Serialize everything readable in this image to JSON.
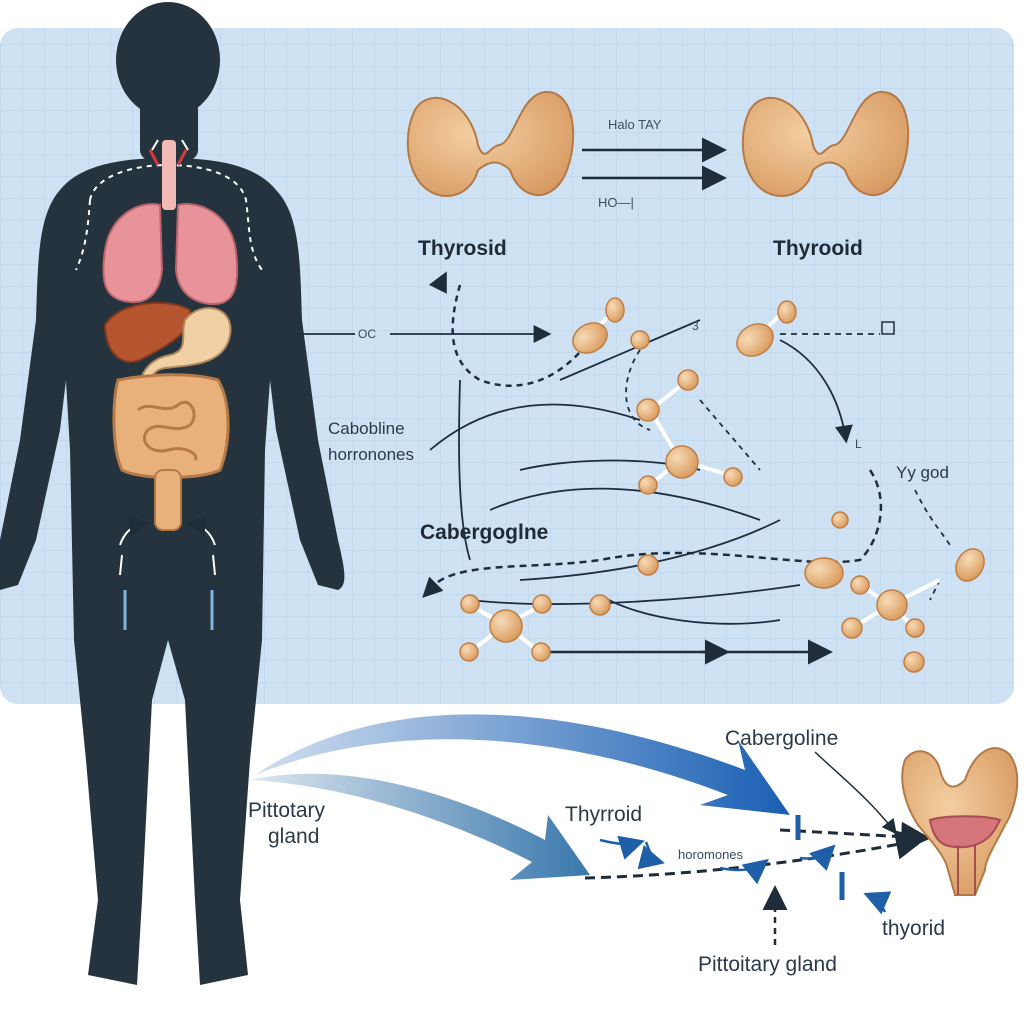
{
  "labels": {
    "thyroid_left": "Thyrosid",
    "thyroid_right": "Thyrooid",
    "arrow_top_label": "Halo TAY",
    "arrow_bottom_label": "HO—|",
    "oc_label": "OC",
    "number_3": "3",
    "side_label_line1": "Cabobline",
    "side_label_line2": "horronones",
    "molecule_label": "Cabergoglne",
    "yy_label": "Yy god",
    "l_mark": "L",
    "cabergoline": "Cabergoline",
    "pituitary_left_line1": "Pittotary",
    "pituitary_left_line2": "gland",
    "thyroid_mid": "Thyrroid",
    "hormones": "horomones",
    "thyorid": "thyorid",
    "pituitary_bottom": "Pittoitary gland"
  },
  "colors": {
    "panel": "#cfe2f3",
    "grid": "#b7d2ea",
    "silhouette": "#24333d",
    "thyroid": "#e7b787",
    "atom": "#e6b27c",
    "arrow_blue": "#1e5fa8",
    "arrow_dark": "#1f2d3a"
  }
}
